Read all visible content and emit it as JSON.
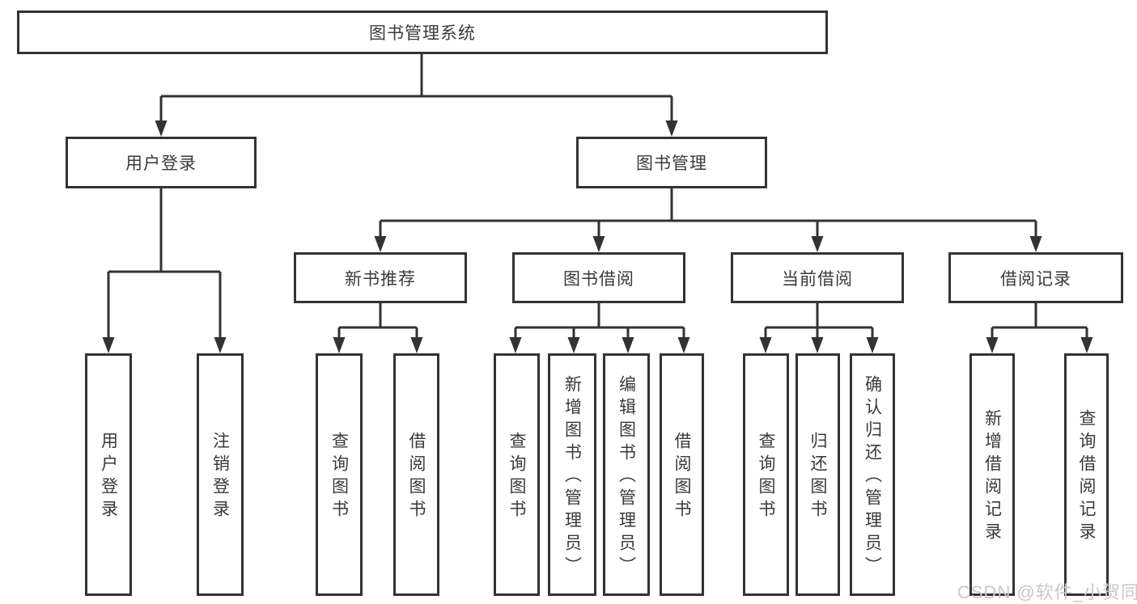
{
  "diagram": {
    "root": {
      "label": "图书管理系统"
    },
    "branches": [
      {
        "label": "用户登录",
        "children": [
          {
            "label": "用户登录"
          },
          {
            "label": "注销登录"
          }
        ]
      },
      {
        "label": "图书管理",
        "groups": [
          {
            "label": "新书推荐",
            "children": [
              {
                "label": "查询图书"
              },
              {
                "label": "借阅图书"
              }
            ]
          },
          {
            "label": "图书借阅",
            "children": [
              {
                "label": "查询图书"
              },
              {
                "label": "新增图书（管理员）"
              },
              {
                "label": "编辑图书（管理员）"
              },
              {
                "label": "借阅图书"
              }
            ]
          },
          {
            "label": "当前借阅",
            "children": [
              {
                "label": "查询图书"
              },
              {
                "label": "归还图书"
              },
              {
                "label": "确认归还（管理员）"
              }
            ]
          },
          {
            "label": "借阅记录",
            "children": [
              {
                "label": "新增借阅记录"
              },
              {
                "label": "查询借阅记录"
              }
            ]
          }
        ]
      }
    ]
  },
  "watermark": {
    "text": "CSDN @软件_小贺同学"
  },
  "colors": {
    "line": "#333333",
    "border": "#333333",
    "text": "#3a3a3a",
    "watermark": "#c8c8c8",
    "background": "#ffffff"
  }
}
